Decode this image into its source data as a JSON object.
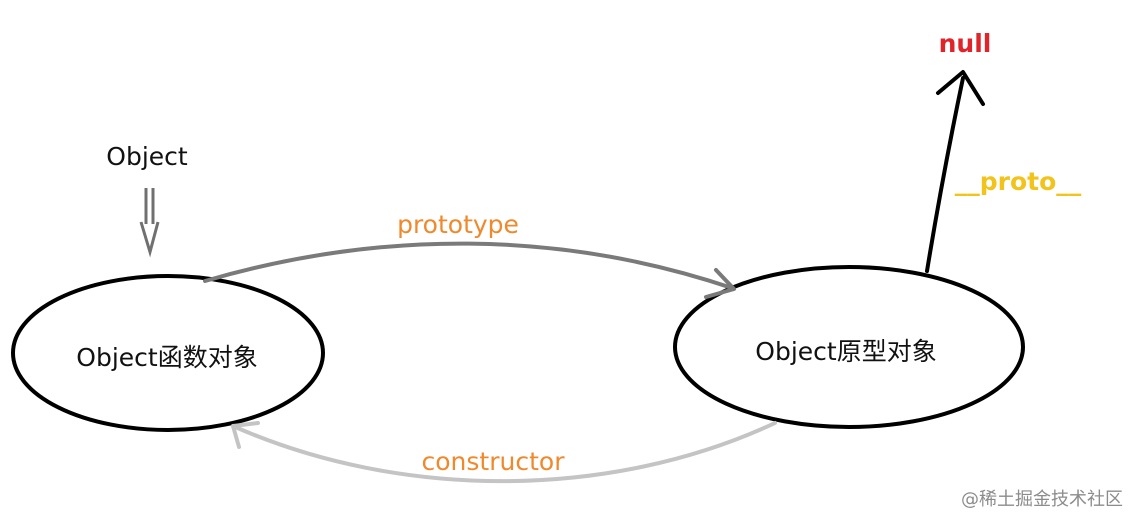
{
  "labels": {
    "object": "Object",
    "function_object": "Object函数对象",
    "prototype_object": "Object原型对象",
    "prototype": "prototype",
    "constructor": "constructor",
    "proto": "__proto__",
    "null": "null"
  },
  "watermark": "@稀土掘金技术社区",
  "colors": {
    "prototype_label": "#f0892c",
    "constructor_label": "#f0892c",
    "proto_label": "#f2c31a",
    "null_label": "#e0242a",
    "prototype_arrow": "#7a7a7a",
    "constructor_arrow": "#c4c4c4",
    "outline": "#000000"
  }
}
